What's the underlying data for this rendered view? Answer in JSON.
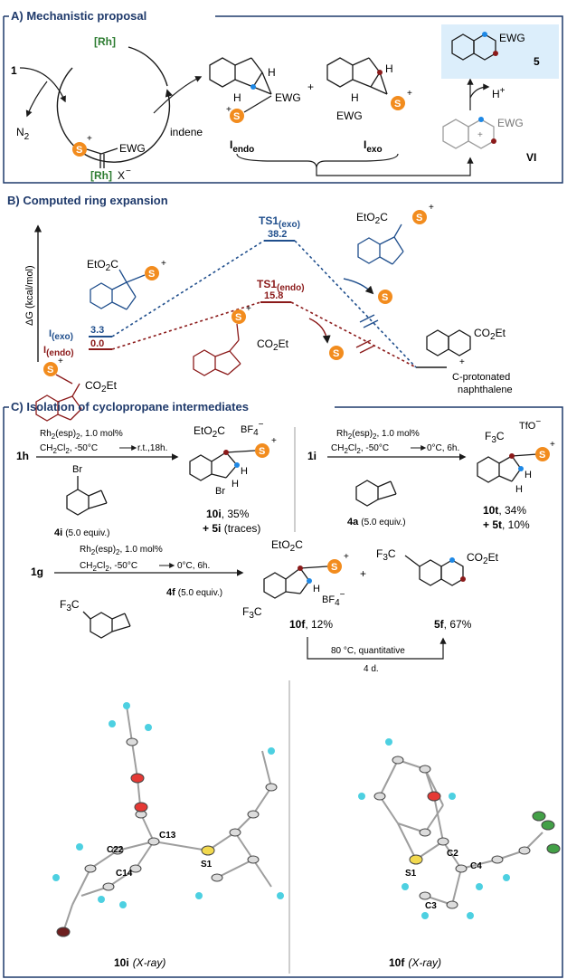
{
  "panelA": {
    "title": "A) Mechanistic proposal",
    "rh": "[Rh]",
    "cmpd1": "1",
    "n2": "N",
    "n2sub": "2",
    "carbene_ewg": "EWG",
    "carbene_rh": "[Rh]",
    "carbene_x": "X",
    "indene": "indene",
    "s": "S",
    "plus": "+",
    "h": "H",
    "ewg": "EWG",
    "iendo": "I",
    "iendo_sub": "endo",
    "iexo": "I",
    "iexo_sub": "exo",
    "prod5": "5",
    "prod_ewg": "EWG",
    "hplus": "H",
    "vi": "VI",
    "vi_ewg": "EWG"
  },
  "panelB": {
    "title": "B) Computed ring expansion",
    "yaxis": "ΔG (kcal/mol)",
    "etoc_top": "EtO",
    "etoc_top2": "2",
    "etoc_top3": "C",
    "ts1exo": "TS1",
    "ts1exo_sub": "(exo)",
    "ts1exo_val": "38.2",
    "ts1endo": "TS1",
    "ts1endo_sub": "(endo)",
    "ts1endo_val": "15.8",
    "iexo": "I",
    "iexo_sub": "(exo)",
    "iexo_val": "3.3",
    "iendo": "I",
    "iendo_sub": "(endo)",
    "iendo_val": "0.0",
    "co2et": "CO",
    "co2et2": "2",
    "co2et3": "Et",
    "cprot1": "C-protonated",
    "cprot2": "naphthalene"
  },
  "panelC": {
    "title": "C) Isolation of cyclopropane intermediates",
    "r1_sub": "1h",
    "r1_cond1": "Rh",
    "r1_cond1b": "2",
    "r1_cond1c": "(esp)",
    "r1_cond1d": "2",
    "r1_cond1e": ", 1.0 mol%",
    "r1_cond2": "CH",
    "r1_cond2b": "2",
    "r1_cond2c": "Cl",
    "r1_cond2d": "2",
    "r1_cond2e": ", -50°C",
    "r1_cond2f": "r.t.,18h.",
    "r1_reagent": "4i",
    "r1_equiv": "(5.0 equiv.)",
    "br": "Br",
    "p10i_a": "EtO",
    "p10i_b": "2",
    "p10i_c": "C",
    "bf4": "BF",
    "bf4b": "4",
    "p10i": "10i",
    "p10i_yield": ", 35%",
    "p5i": "+ 5i",
    "p5i_t": " (traces)",
    "r2_sub": "1i",
    "r2_cond1e": ", 1.0 mol%",
    "r2_cond2e": ", -50°C",
    "r2_cond2f": "0°C, 6h.",
    "r2_reagent": "4a",
    "r2_equiv": "(5.0 equiv.)",
    "f3c": "F",
    "f3cb": "3",
    "f3cc": "C",
    "tfo": "TfO",
    "p10t": "10t",
    "p10t_yield": ", 34%",
    "p5t": "+ 5t",
    "p5t_yield": ", 10%",
    "r3_sub": "1g",
    "r3_cond1e": ", 1.0 mol%",
    "r3_cond2e": ", -50°C",
    "r3_cond2f": "0°C, 6h.",
    "r3_reagent": "4f",
    "r3_equiv": "(5.0 equiv.)",
    "p10f": "10f",
    "p10f_yield": ", 12%",
    "p5f": "5f",
    "p5f_yield": ", 67%",
    "heat1": "80 °C, quantitative",
    "heat2": "4 d.",
    "xray1_lbl": "10i",
    "xray1_tag": "(X-ray)",
    "xray2_lbl": "10f",
    "xray2_tag": "(X-ray)",
    "x1_c22": "C22",
    "x1_c13": "C13",
    "x1_c14": "C14",
    "x1_s1": "S1",
    "x2_s1": "S1",
    "x2_c2": "C2",
    "x2_c4": "C4",
    "x2_c3": "C3"
  },
  "colors": {
    "frame": "#1f3a6b",
    "blue": "#1f4e8c",
    "red": "#8b1a1a",
    "sulfur": "#f28c1e",
    "green": "#2e7d32",
    "highlight": "#dceefb"
  }
}
